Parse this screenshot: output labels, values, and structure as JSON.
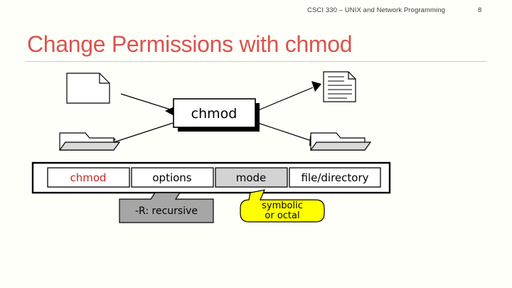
{
  "header": {
    "course": "CSCI 330 – UNIX and Network Programming",
    "page_number": "8"
  },
  "title": "Change Permissions with chmod",
  "diagram": {
    "center_label": "chmod",
    "syntax_row": [
      {
        "id": "cmd",
        "label": "chmod"
      },
      {
        "id": "options",
        "label": "options"
      },
      {
        "id": "mode",
        "label": "mode"
      },
      {
        "id": "target",
        "label": "file/directory"
      }
    ],
    "callouts": [
      {
        "id": "recursive",
        "label": "-R: recursive"
      },
      {
        "id": "mode-note",
        "line1": "symbolic",
        "line2": "or octal"
      }
    ],
    "nodes": [
      {
        "id": "file-top-left",
        "type": "file-icon"
      },
      {
        "id": "file-top-right",
        "type": "document-icon"
      },
      {
        "id": "folder-bottom-left",
        "type": "folder-icon"
      },
      {
        "id": "folder-bottom-right",
        "type": "folder-icon"
      }
    ],
    "colors": {
      "accent_title": "#d9544d",
      "callout_gray": "#a6a6a6",
      "callout_yellow": "#ffff00",
      "box_border": "#000000"
    }
  }
}
